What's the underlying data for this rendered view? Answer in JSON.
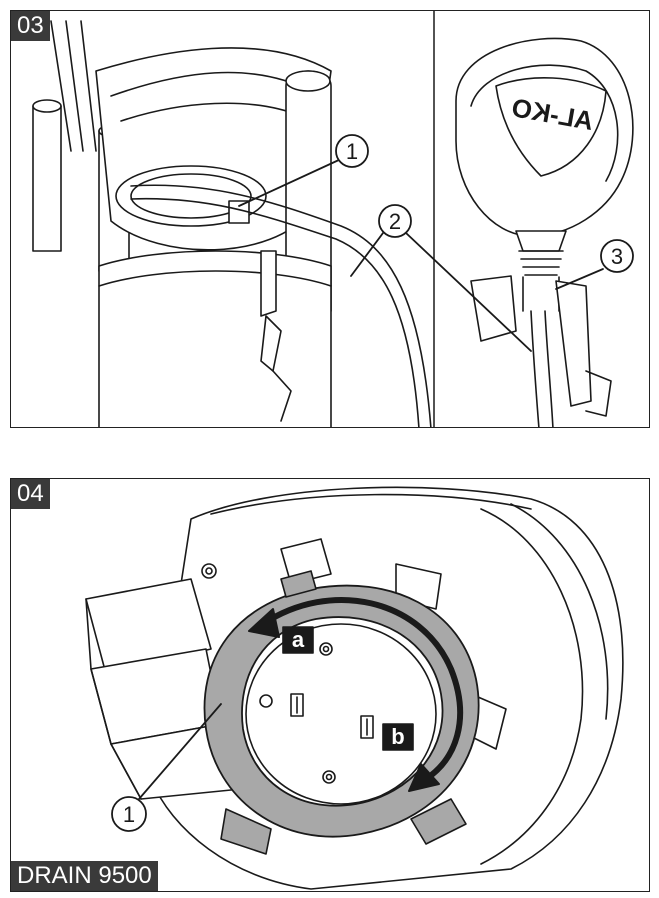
{
  "panel_03": {
    "step": "03",
    "brand_logo": "AL-KO",
    "callouts": [
      "1",
      "2",
      "3"
    ]
  },
  "panel_04": {
    "step": "04",
    "model": "DRAIN 9500",
    "callouts": [
      "1"
    ],
    "arrow_labels": [
      "a",
      "b"
    ]
  },
  "colors": {
    "line": "#1a1a1a",
    "badge_bg": "#3a3a3a",
    "ring_fill": "#a8a8a8",
    "badge_text": "#ffffff"
  }
}
